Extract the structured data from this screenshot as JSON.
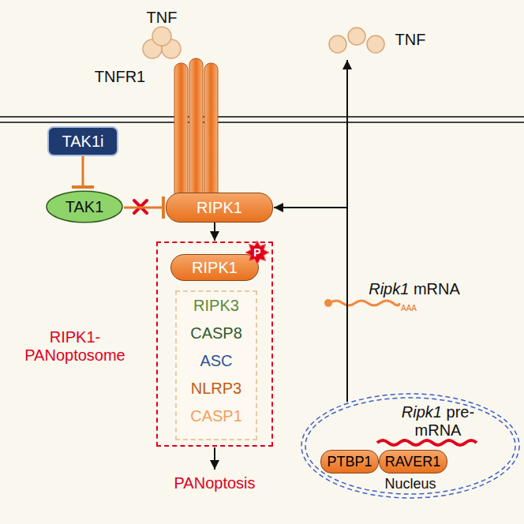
{
  "diagram": {
    "nodes": [
      {
        "text": [
          "TAK1i"
        ]
      },
      {
        "text": [
          "TAK1"
        ]
      },
      {
        "text": [
          "RIPK1"
        ]
      },
      {
        "text": [
          "RIPK1- PANoptosome"
        ]
      },
      {
        "text": [
          "RIPK1"
        ],
        "in": 3
      },
      {
        "text": [
          "P"
        ],
        "in": 4
      },
      {
        "text": [
          "RIPK3",
          "CASP8",
          "ASC",
          "NLRP3",
          "CASP1"
        ],
        "in": 3
      },
      {
        "text": [
          "Ripk1 pre-mRNA",
          "Nucleus"
        ]
      },
      {
        "text": [
          "PTBP1"
        ],
        "in": 7
      },
      {
        "text": [
          "RAVER1"
        ],
        "in": 7
      }
    ],
    "edges": [
      {
        "from": 0,
        "to": 1,
        "arrow": "to"
      },
      {
        "from": 1,
        "to": 2,
        "arrow": "to"
      },
      {
        "from": 2,
        "to": 3,
        "arrow": "to"
      },
      {
        "from": 7,
        "to": 2,
        "arrow": "to"
      }
    ],
    "labels": [
      "TNF",
      "TNFR1",
      "TNF",
      "Ripk1 mRNA",
      "AAA",
      "PANoptosis"
    ]
  }
}
